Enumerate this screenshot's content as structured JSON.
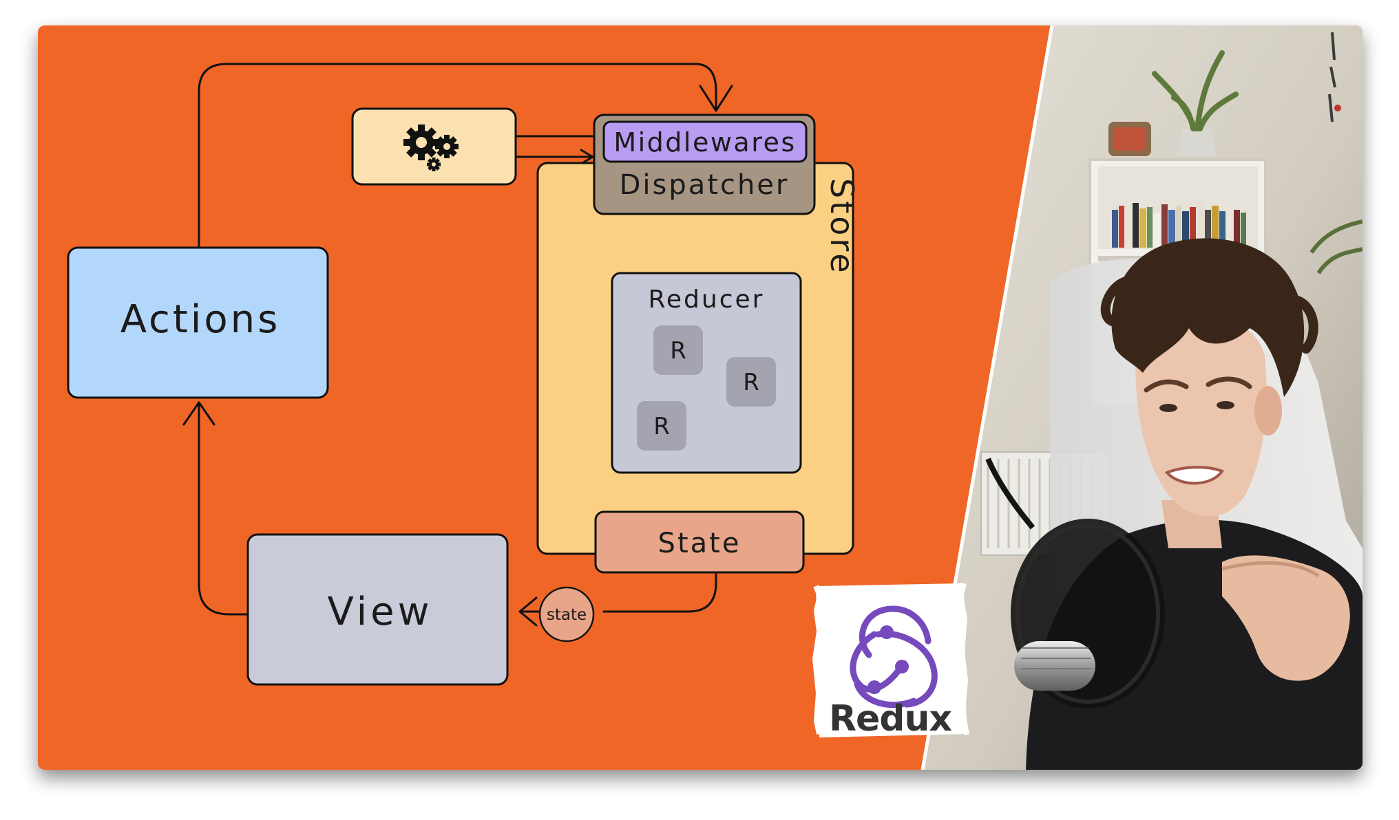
{
  "diagram": {
    "actions_label": "Actions",
    "view_label": "View",
    "middlewares_label": "Middlewares",
    "dispatcher_label": "Dispatcher",
    "store_label": "Store",
    "reducer_label": "Reducer",
    "reducer_items": [
      "R",
      "R",
      "R"
    ],
    "state_label": "State",
    "state_bubble_label": "state",
    "side_effects_icon": "gears-icon"
  },
  "logo": {
    "text": "Redux",
    "icon": "redux-atom-icon",
    "color": "#764abc"
  },
  "colors": {
    "background": "#ef6627",
    "actions": "#b3d7fb",
    "view": "#cacbd8",
    "store": "#fbd083",
    "middlewares": "#b89cf1",
    "dispatcher": "#a69583",
    "reducer": "#c7c8d5",
    "state": "#e8a589",
    "gears_box": "#fbe0b0"
  }
}
